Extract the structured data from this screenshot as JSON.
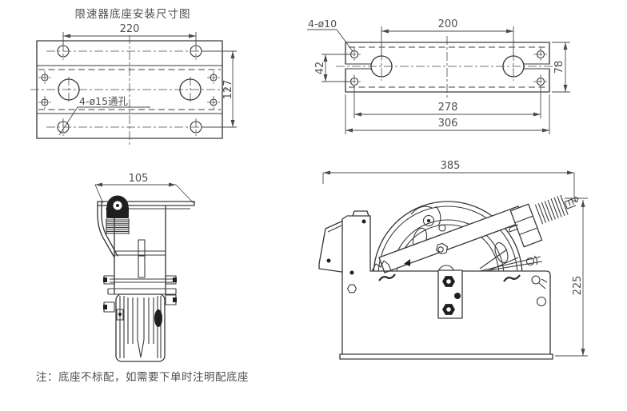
{
  "drawing": {
    "title": "限速器底座安装尺寸图",
    "note": "注：底座不标配，如需要下单时注明配底座"
  },
  "views": {
    "base_front": {
      "dim_width": "220",
      "dim_height": "127",
      "holes_label": "4-ø15通孔"
    },
    "base_top": {
      "holes_label": "4-ø10",
      "dim_sheave_centers": "200",
      "dim_hole_rows": "42",
      "dim_depth": "78",
      "dim_hole_cols": "278",
      "dim_width": "306"
    },
    "governor_front": {
      "dim_width": "105"
    },
    "governor_side": {
      "dim_width": "385",
      "dim_height": "225"
    }
  }
}
